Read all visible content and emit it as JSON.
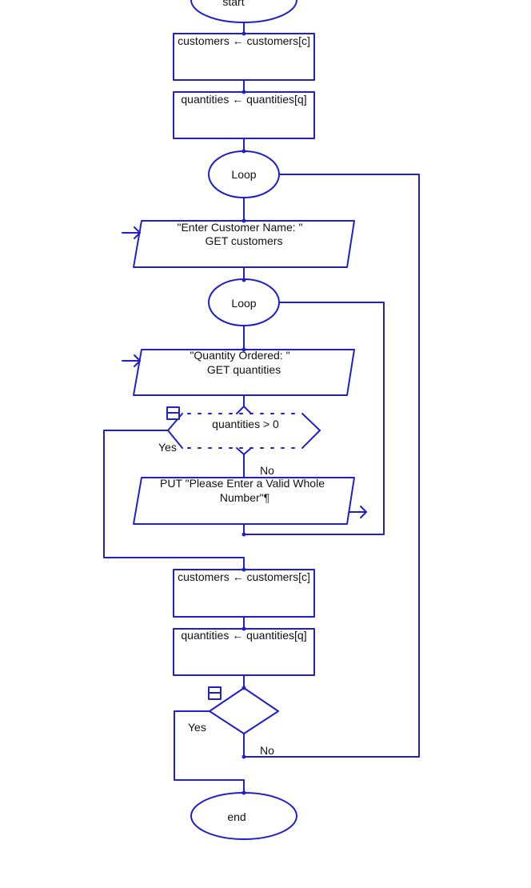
{
  "colors": {
    "stroke": "#2020c8",
    "text": "#111111",
    "background": "#ffffff"
  },
  "nodes": {
    "start": "start",
    "assign_customers_1": "customers ← customers[c]",
    "assign_quantities_1": "quantities ← quantities[q]",
    "loop_outer": "Loop",
    "input_customer_line1": "\"Enter Customer Name: \"",
    "input_customer_line2": "GET customers",
    "loop_inner": "Loop",
    "input_quantity_line1": "\"Quantity Ordered: \"",
    "input_quantity_line2": "GET quantities",
    "decision_quantity": "quantities > 0",
    "decision_quantity_yes": "Yes",
    "decision_quantity_no": "No",
    "output_line1": "PUT \"Please Enter a Valid Whole",
    "output_line2": "Number\"¶",
    "assign_customers_2": "customers ← customers[c]",
    "assign_quantities_2": "quantities ← quantities[q]",
    "decision_end_yes": "Yes",
    "decision_end_no": "No",
    "end": "end"
  }
}
